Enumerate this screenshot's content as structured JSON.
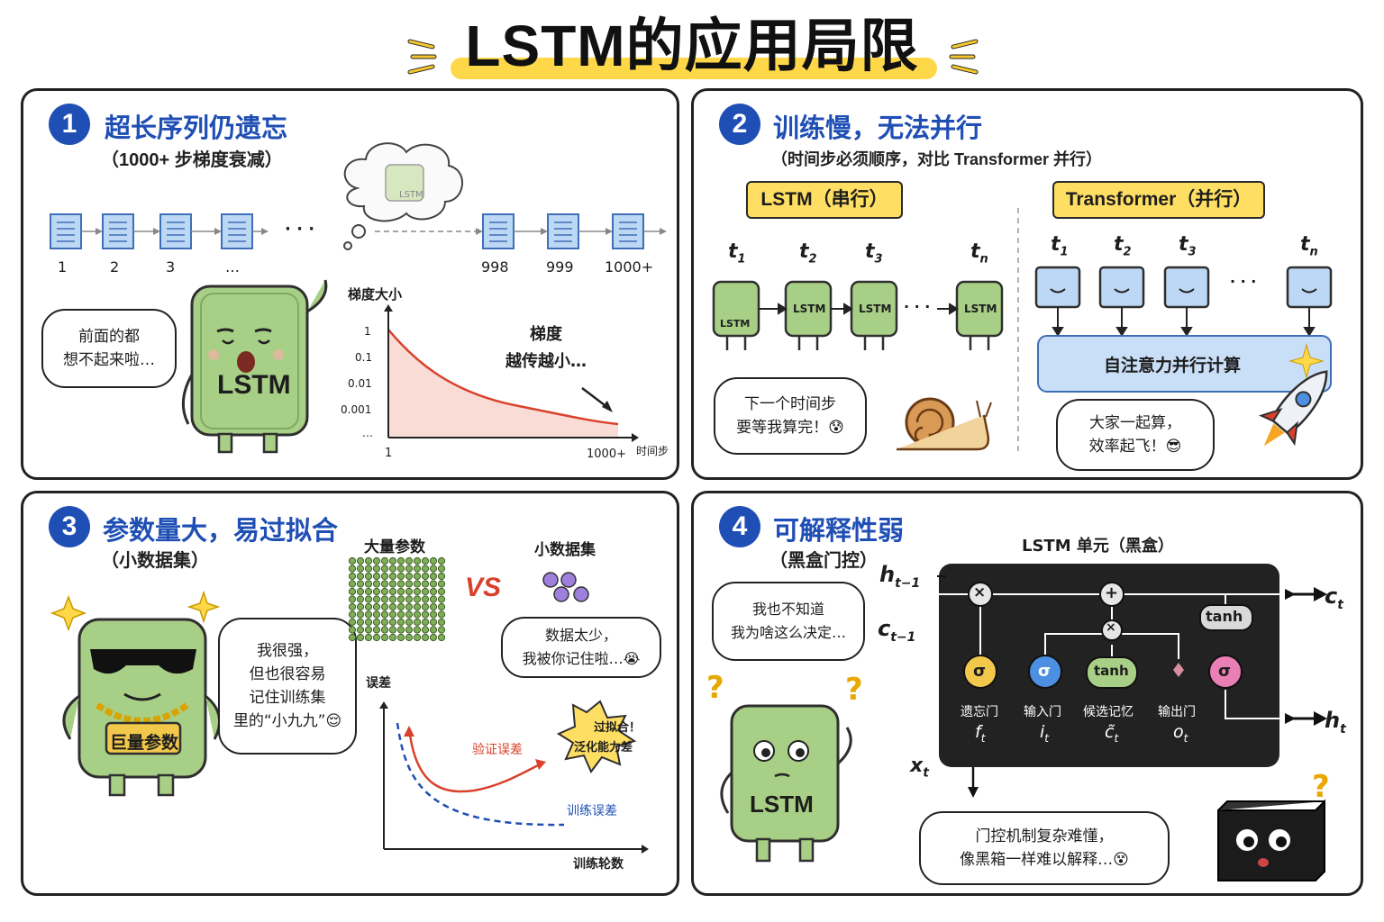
{
  "title": "LSTM的应用局限",
  "colors": {
    "accent": "#1f4fb5",
    "lstm_green": "#a8cf86",
    "warning_red": "#d9412b",
    "highlight": "#ffdf63",
    "block_blue": "#bdd8f5"
  },
  "panel1": {
    "number": "1",
    "title": "超长序列仍遗忘",
    "subtitle": "（1000+ 步梯度衰减）",
    "seq_labels": [
      "1",
      "2",
      "3",
      "…",
      "998",
      "999",
      "1000+"
    ],
    "ellipsis": "· · ·",
    "thought_text": "LSTM",
    "bubble": [
      "前面的都",
      "想不起来啦…"
    ],
    "mascot_label": "LSTM",
    "chart_ylabel": "梯度大小",
    "chart_xlabel": "时间步",
    "y_ticks": [
      "1",
      "0.1",
      "0.01",
      "0.001",
      "…"
    ],
    "x_ticks": [
      "1",
      "1000+"
    ],
    "annotation": [
      "梯度",
      "越传越小…"
    ]
  },
  "panel2": {
    "number": "2",
    "title": "训练慢，无法并行",
    "subtitle": "（时间步必须顺序，对比 Transformer 并行）",
    "tag_left": "LSTM（串行）",
    "tag_right": "Transformer（并行）",
    "t_labels": [
      "t",
      "t",
      "t",
      "t"
    ],
    "t_subs": [
      "1",
      "2",
      "3",
      "n"
    ],
    "cell_label": "LSTM",
    "ellipsis": "· · ·",
    "attention_label": "自注意力并行计算",
    "bubble_left": [
      "下一个时间步",
      "要等我算完！😰"
    ],
    "bubble_right": [
      "大家一起算，",
      "效率起飞！😎"
    ]
  },
  "panel3": {
    "number": "3",
    "title": "参数量大，易过拟合",
    "subtitle": "（小数据集）",
    "many_params": "大量参数",
    "vs": "VS",
    "small_data": "小数据集",
    "bubble_mascot": [
      "我很强，",
      "但也很容易",
      "记住训练集",
      "里的“小九九”😌"
    ],
    "bubble_data": [
      "数据太少，",
      "我被你记住啦…😭"
    ],
    "badge": "巨量参数",
    "chart_ylabel": "误差",
    "chart_xlabel": "训练轮数",
    "val_label": "验证误差",
    "train_label": "训练误差",
    "burst": [
      "过拟合！",
      "泛化能力差"
    ]
  },
  "panel4": {
    "number": "4",
    "title": "可解释性弱",
    "subtitle": "（黑盒门控）",
    "cell_title": "LSTM 单元（黑盒）",
    "bubble_top": [
      "我也不知道",
      "我为啥这么决定…"
    ],
    "bubble_bottom": [
      "门控机制复杂难懂，",
      "像黑箱一样难以解释…😵"
    ],
    "h_prev": "h",
    "h_prev_sub": "t−1",
    "c_prev": "c",
    "c_prev_sub": "t−1",
    "x_in": "x",
    "x_sub": "t",
    "c_out": "c",
    "c_out_sub": "t",
    "h_out": "h",
    "h_out_sub": "t",
    "ops": [
      "×",
      "+",
      "×"
    ],
    "tanh": "tanh",
    "sigma": "σ",
    "gates": [
      {
        "name": "遗忘门",
        "var": "f",
        "sub": "t"
      },
      {
        "name": "输入门",
        "var": "i",
        "sub": "t"
      },
      {
        "name": "候选记忆",
        "var": "c̃",
        "sub": "t"
      },
      {
        "name": "输出门",
        "var": "o",
        "sub": "t"
      }
    ],
    "mascot_label": "LSTM",
    "question": "?"
  }
}
